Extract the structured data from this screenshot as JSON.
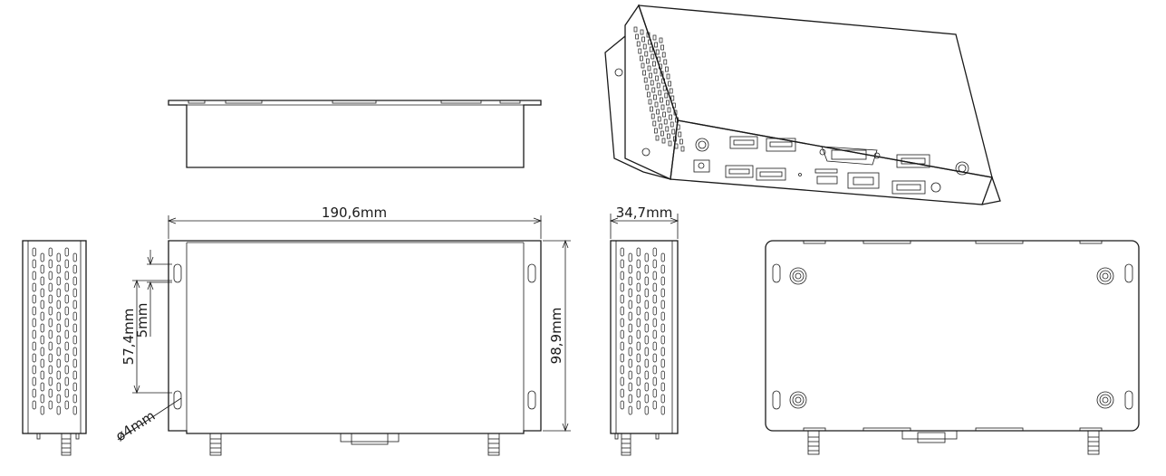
{
  "drawing": {
    "colors": {
      "line": "#1a1a1a",
      "background": "#ffffff"
    },
    "dimensions": {
      "width": "190,6mm",
      "height": "98,9mm",
      "depth": "34,7mm",
      "hole_spacing": "57,4mm",
      "slot": "5mm",
      "hole_diameter": "ø4mm"
    }
  }
}
